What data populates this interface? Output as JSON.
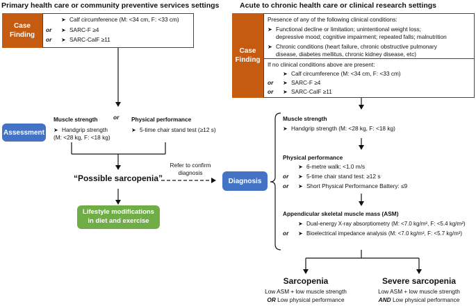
{
  "left": {
    "header": "Primary health care  or community preventive services settings",
    "case_finding": {
      "label_line1": "Case",
      "label_line2": "Finding",
      "items": [
        {
          "prefix": "",
          "text": "Calf circumference (M: <34 cm, F: <33 cm)"
        },
        {
          "prefix": "or",
          "text": "SARC-F ≥4"
        },
        {
          "prefix": "or",
          "text": "SARC-CalF ≥11"
        }
      ]
    },
    "assessment": {
      "label": "Assessment",
      "muscle_strength_title": "Muscle strength",
      "or_word": "or",
      "physical_performance_title": "Physical performance",
      "handgrip_line1": "Handgrip strength",
      "handgrip_line2": "(M: <28 kg, F: <18 kg)",
      "chair": "5-time chair stand test (≥12 s)"
    },
    "possible": "“Possible sarcopenia”",
    "refer_line1": "Refer to confirm",
    "refer_line2": "diagnosis",
    "lifestyle_line1": "Lifestyle modifications",
    "lifestyle_line2": "in diet and exercise"
  },
  "right": {
    "header": "Acute to chronic health care or clinical research settings",
    "case_finding": {
      "label_line1": "Case",
      "label_line2": "Finding",
      "presence": "Presence of any of the following clinical conditions:",
      "cond1_line1": "Functional decline or limitation; unintentional weight loss;",
      "cond1_line2": "depressive mood; cognitive impairment; repeated falls; malnutrition",
      "cond2_line1": "Chronic conditions (heart failure, chronic obstructive pulmonary",
      "cond2_line2": "disease, diabetes mellitus, chronic kidney disease, etc)",
      "if_no": "If no clinical conditions above are present:",
      "items": [
        {
          "prefix": "",
          "text": "Calf circumference (M: <34 cm, F: <33 cm)"
        },
        {
          "prefix": "or",
          "text": "SARC-F ≥4"
        },
        {
          "prefix": "or",
          "text": "SARC-CalF ≥11"
        }
      ]
    },
    "diagnosis": {
      "label": "Diagnosis",
      "muscle_strength_title": "Muscle strength",
      "handgrip": "Handgrip strength (M: <28 kg, F: <18 kg)",
      "physical_performance_title": "Physical performance",
      "pp_items": [
        {
          "prefix": "",
          "text": "6-metre walk: <1.0 m/s"
        },
        {
          "prefix": "or",
          "text": "5-time chair stand test: ≥12 s"
        },
        {
          "prefix": "or",
          "text": "Short Physical Performance Battery: ≤9"
        }
      ],
      "asm_title": "Appendicular skeletal muscle mass (ASM)",
      "asm_items": [
        {
          "prefix": "",
          "text": "Dual-energy X-ray absorptiometry (M: <7.0 kg/m², F: <5.4 kg/m²)"
        },
        {
          "prefix": "or",
          "text": "Bioelectrical impedance analysis (M: <7.0 kg/m², F: <5.7 kg/m²)"
        }
      ]
    },
    "sarcopenia": {
      "title": "Sarcopenia",
      "line1": "Low ASM + low muscle strength",
      "line2_prefix": "OR",
      "line2_text": " Low physical performance"
    },
    "severe": {
      "title": "Severe sarcopenia",
      "line1": "Low ASM + low muscle strength",
      "line2_prefix": "AND",
      "line2_text": " Low physical performance"
    }
  },
  "bullet": "➤",
  "colors": {
    "orange": "#c55a11",
    "blue": "#4472c4",
    "green": "#70ad47"
  }
}
